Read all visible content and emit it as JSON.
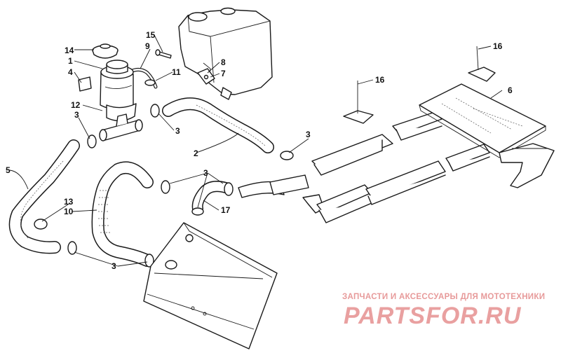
{
  "callouts": {
    "c1": "1",
    "c2": "2",
    "c3a": "3",
    "c3b": "3",
    "c3c": "3",
    "c3d": "3",
    "c3e": "3",
    "c4": "4",
    "c5": "5",
    "c6": "6",
    "c7": "7",
    "c8": "8",
    "c9": "9",
    "c10": "10",
    "c11": "11",
    "c12": "12",
    "c13": "13",
    "c14": "14",
    "c15": "15",
    "c16a": "16",
    "c16b": "16",
    "c17": "17"
  },
  "watermark": {
    "subtitle": "ЗАПЧАСТИ И АКСЕССУАРЫ ДЛЯ МОТОТЕХНИКИ",
    "brand": "PARTSFOR.RU"
  }
}
